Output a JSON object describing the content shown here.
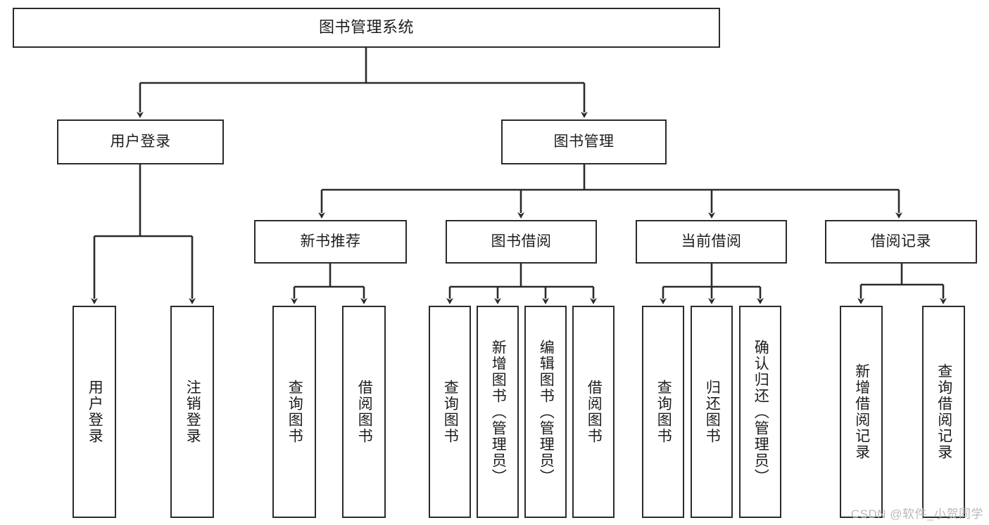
{
  "diagram": {
    "type": "tree-hierarchy",
    "title": "图书管理系统",
    "watermark": "CSDN @软件_小贺同学",
    "colors": {
      "stroke": "#2b2b2b",
      "fill": "#ffffff",
      "text": "#1d1d1d",
      "watermark": "#b9b9b9"
    },
    "levels": {
      "root": {
        "label": "图书管理系统"
      },
      "level2": [
        {
          "label": "用户登录"
        },
        {
          "label": "图书管理"
        }
      ],
      "level3": [
        {
          "label": "新书推荐"
        },
        {
          "label": "图书借阅"
        },
        {
          "label": "当前借阅"
        },
        {
          "label": "借阅记录"
        }
      ],
      "leaves": {
        "user_login": [
          {
            "label": "用户登录"
          },
          {
            "label": "注销登录"
          }
        ],
        "new_book_recommend": [
          {
            "label": "查询图书"
          },
          {
            "label": "借阅图书"
          }
        ],
        "book_borrow": [
          {
            "label": "查询图书"
          },
          {
            "label": "新增图书（管理员）"
          },
          {
            "label": "编辑图书（管理员）"
          },
          {
            "label": "借阅图书"
          }
        ],
        "current_borrow": [
          {
            "label": "查询图书"
          },
          {
            "label": "归还图书"
          },
          {
            "label": "确认归还（管理员）"
          }
        ],
        "borrow_record": [
          {
            "label": "新增借阅记录"
          },
          {
            "label": "查询借阅记录"
          }
        ]
      }
    }
  }
}
